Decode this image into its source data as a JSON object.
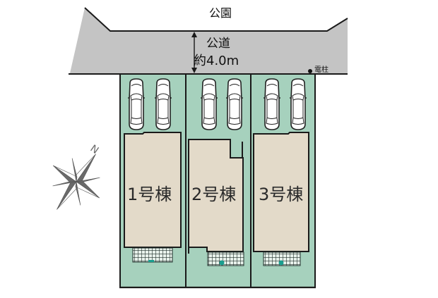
{
  "labels": {
    "park": "公園",
    "road": "公道",
    "road_width": "約4.0m",
    "utility_pole": "電柱",
    "compass_north": "N"
  },
  "lots": [
    {
      "id": 1,
      "label": "1号棟",
      "parking_spaces": 2
    },
    {
      "id": 2,
      "label": "2号棟",
      "parking_spaces": 2
    },
    {
      "id": 3,
      "label": "3号棟",
      "parking_spaces": 2
    }
  ],
  "colors": {
    "road": "#c4c4c4",
    "lot": "#a6d1bd",
    "house": "#e3dac9",
    "outline": "#1a1a1a",
    "entrance_marker": "#1a9e8f",
    "compass": "#6a6a6a"
  }
}
